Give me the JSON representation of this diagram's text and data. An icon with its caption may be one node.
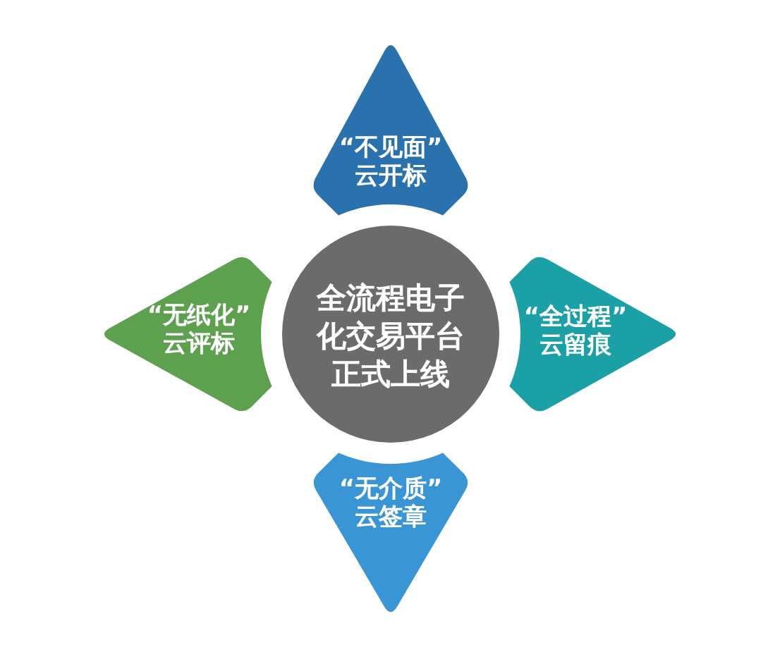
{
  "diagram": {
    "nodes": [
      {
        "text": [
          "“不见面”云开标"
        ]
      },
      {
        "text": [
          "“无纸化”云评标"
        ]
      },
      {
        "text": [
          "全流程电子化交易平台正式上线"
        ]
      },
      {
        "text": [
          "“全过程”云留痕"
        ]
      },
      {
        "text": [
          "“无介质”云签章"
        ]
      }
    ]
  }
}
